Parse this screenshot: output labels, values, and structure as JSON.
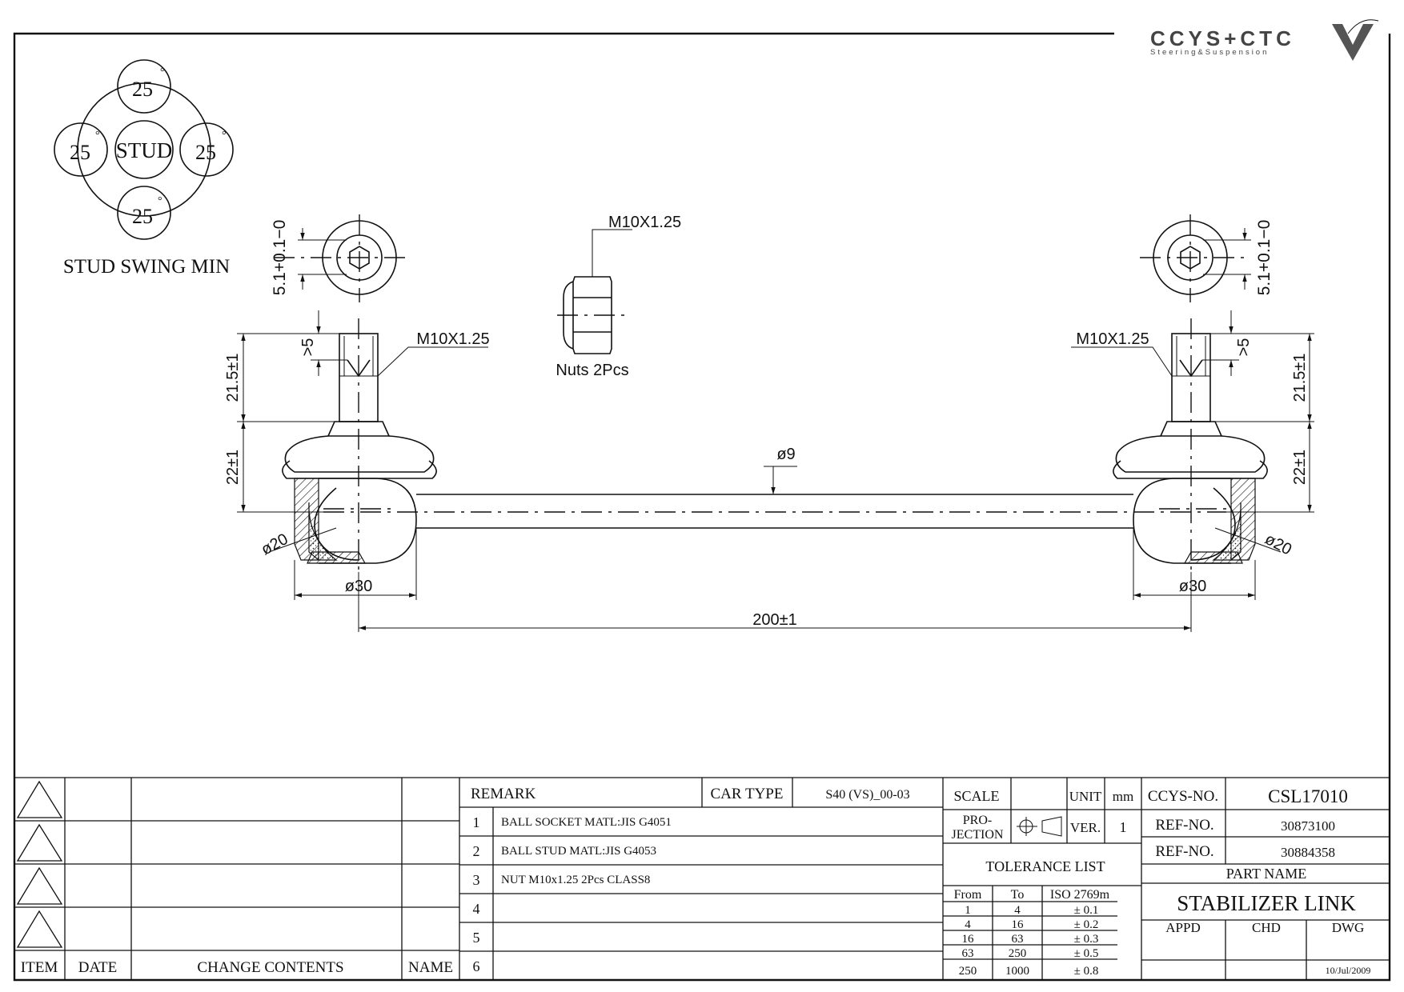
{
  "logo": {
    "brand": "CCYS+CTC",
    "tagline": "Steering&Suspension"
  },
  "swing": {
    "center_label": "STUD",
    "angles": [
      "25",
      "25",
      "25",
      "25"
    ],
    "degree_symbol": "°",
    "caption": "STUD SWING MIN"
  },
  "dimensions": {
    "thread_main": "M10X1.25",
    "thread_left": "M10X1.25",
    "thread_right": "M10X1.25",
    "nuts_label": "Nuts  2Pcs",
    "hex_left": "5.1+0.1−0",
    "hex_right": "5.1+0.1−0",
    "min_thread_left": ">5",
    "min_thread_right": ">5",
    "stud_len_left": "21.5±1",
    "stud_len_right": "21.5±1",
    "height_left": "22±1",
    "height_right": "22±1",
    "ball_left": "ø20",
    "ball_right": "ø20",
    "socket_left": "ø30",
    "socket_right": "ø30",
    "rod": "ø9",
    "center_distance": "200±1"
  },
  "revision_table": {
    "headers": {
      "item": "ITEM",
      "date": "DATE",
      "change": "CHANGE CONTENTS",
      "name": "NAME"
    }
  },
  "remark_table": {
    "remark_label": "REMARK",
    "car_type_label": "CAR TYPE",
    "car_type_value": "S40 (VS)_00-03",
    "rows": [
      {
        "no": "1",
        "text": "BALL SOCKET MATL:JIS G4051"
      },
      {
        "no": "2",
        "text": "BALL STUD MATL:JIS G4053"
      },
      {
        "no": "3",
        "text": "NUT M10x1.25 2Pcs CLASS8"
      },
      {
        "no": "4",
        "text": ""
      },
      {
        "no": "5",
        "text": ""
      },
      {
        "no": "6",
        "text": ""
      }
    ]
  },
  "spec": {
    "scale_label": "SCALE",
    "scale_value": "",
    "unit_label": "UNIT",
    "unit_value": "mm",
    "projection_label_1": "PRO-",
    "projection_label_2": "JECTION",
    "ver_label": "VER.",
    "ver_value": "1"
  },
  "tolerance": {
    "title": "TOLERANCE LIST",
    "headers": [
      "From",
      "To",
      "ISO 2769m"
    ],
    "rows": [
      [
        "1",
        "4",
        "± 0.1"
      ],
      [
        "4",
        "16",
        "± 0.2"
      ],
      [
        "16",
        "63",
        "± 0.3"
      ],
      [
        "63",
        "250",
        "± 0.5"
      ],
      [
        "250",
        "1000",
        "± 0.8"
      ]
    ]
  },
  "title_block": {
    "ccys_label": "CCYS-NO.",
    "ccys_value": "CSL17010",
    "ref1_label": "REF-NO.",
    "ref1_value": "30873100",
    "ref2_label": "REF-NO.",
    "ref2_value": "30884358",
    "part_name_label": "PART NAME",
    "part_name_value": "STABILIZER LINK",
    "appd": "APPD",
    "chd": "CHD",
    "dwg": "DWG",
    "date": "10/Jul/2009"
  }
}
